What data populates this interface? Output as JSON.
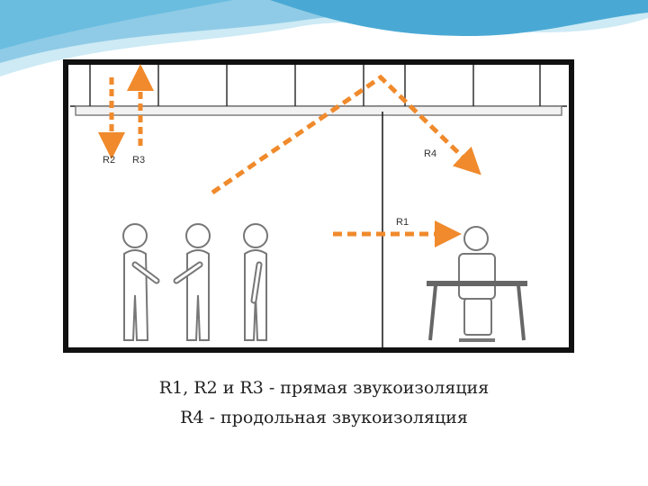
{
  "diagram": {
    "labels": {
      "r1": "R1",
      "r2": "R2",
      "r3": "R3",
      "r4": "R4"
    },
    "colors": {
      "arrow": "#f08a2c",
      "frame": "#111111",
      "wave_light": "#cdeaf5",
      "wave_dark": "#4aa9d4"
    }
  },
  "caption": {
    "line1": "R1, R2 и R3 - прямая звукоизоляция",
    "line2": "R4 - продольная звукоизоляция"
  }
}
